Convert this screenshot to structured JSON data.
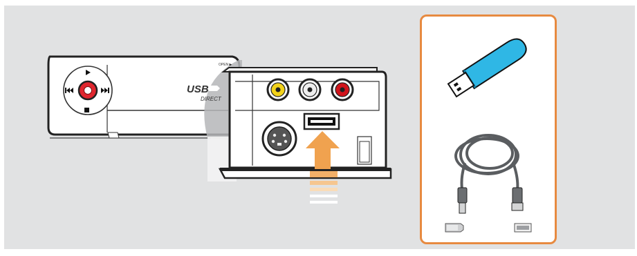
{
  "device": {
    "logo_text": "USB",
    "direct_text": "DIRECT",
    "open_label": "OPEN ▶",
    "buttons": [
      "play-icon",
      "prev-icon",
      "record-icon",
      "next-icon",
      "stop-icon"
    ]
  },
  "ports": [
    "yellow-rca-jack",
    "white-rca-jack",
    "red-rca-jack",
    "svideo-jack",
    "usb-port"
  ],
  "arrow": {
    "meaning": "insert-usb",
    "color": "#f0a24f"
  },
  "accessories": [
    "usb-flash-drive",
    "usb-extension-cable",
    "usb-plug-type-a-icon",
    "usb-socket-icon"
  ],
  "colors": {
    "panel": "#e1e2e3",
    "card_border": "#e78a40",
    "drive_body": "#2fb7e5",
    "record_red": "#d9222a",
    "rca_yellow": "#f2d21a",
    "rca_red": "#d0141b"
  }
}
